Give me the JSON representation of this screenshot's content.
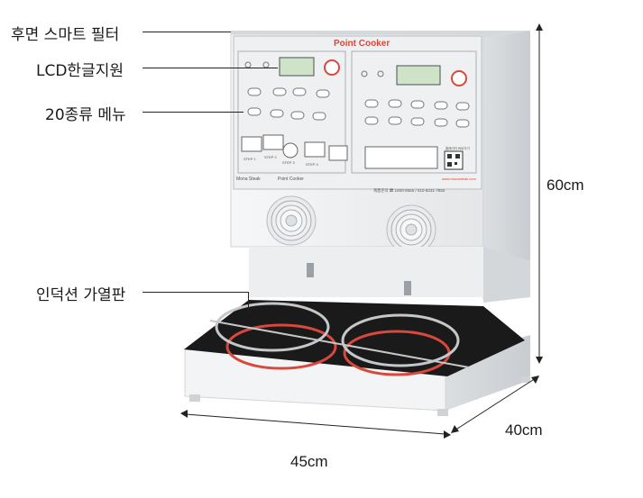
{
  "callouts": {
    "rear_filter": "후면 스마트 필터",
    "lcd": "LCD한글지원",
    "menu": "20종류 메뉴",
    "induction": "인덕션 가열판"
  },
  "dimensions": {
    "height": "60cm",
    "depth": "40cm",
    "width": "45cm"
  },
  "device": {
    "brand_logo": "Point Cooker",
    "left_brand": "Mona Steak",
    "right_brand": "Point Cooker",
    "contact": "제품문의 ☎ 1800-8556 / 010-8231-7850",
    "website": "www.monasteak.com",
    "steps": [
      "STEP 1",
      "STEP 2",
      "STEP 3",
      "STEP 4"
    ],
    "qr_caption": "홈페이지 바로가기"
  },
  "colors": {
    "body": "#f1f2f3",
    "panel": "#e9ecee",
    "cooktop": "#1a1a1a",
    "ring": "#d8483c",
    "lcd_green": "#cfe3c8"
  }
}
